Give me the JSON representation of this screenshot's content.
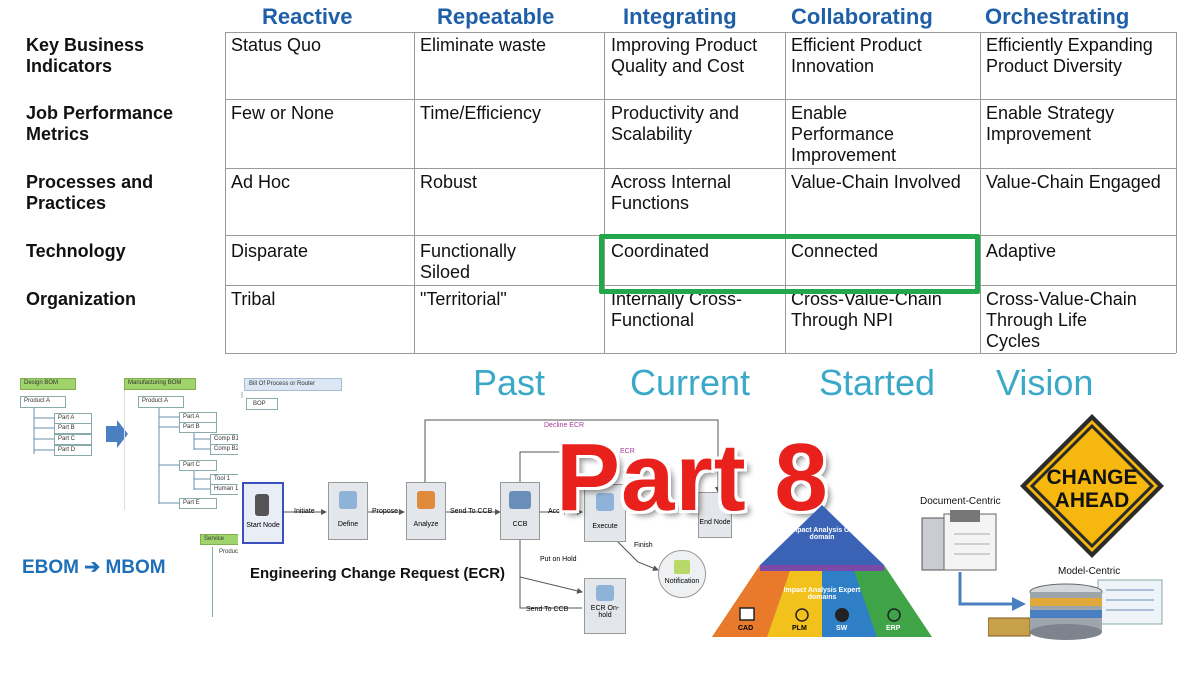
{
  "columns": [
    "Reactive",
    "Repeatable",
    "Integrating",
    "Collaborating",
    "Orchestrating"
  ],
  "rows": [
    {
      "label": "Key Business Indicators",
      "cells": [
        "Status Quo",
        "Eliminate waste",
        "Improving Product Quality and Cost",
        "Efficient Product Innovation",
        "Efficiently Expanding Product Diversity"
      ]
    },
    {
      "label": "Job Performance Metrics",
      "cells": [
        "Few or None",
        "Time/Efficiency",
        "Productivity and Scalability",
        "Enable Performance Improvement",
        "Enable Strategy Improvement"
      ]
    },
    {
      "label": "Processes and Practices",
      "cells": [
        "Ad Hoc",
        "Robust",
        "Across Internal Functions",
        "Value-Chain Involved",
        "Value-Chain Engaged"
      ]
    },
    {
      "label": "Technology",
      "cells": [
        "Disparate",
        "Functionally Siloed",
        "Coordinated",
        "Connected",
        "Adaptive"
      ]
    },
    {
      "label": "Organization",
      "cells": [
        "Tribal",
        "\"Territorial\"",
        "Internally Cross-Functional",
        "Cross-Value-Chain Through NPI",
        "Cross-Value-Chain Through Life Cycles"
      ]
    }
  ],
  "highlight_color": "#22a84a",
  "phases": [
    "Past",
    "Current",
    "Started",
    "Vision"
  ],
  "overlay_title": "Part 8",
  "ebom_label": "EBOM ➔ MBOM",
  "bom": {
    "design_bom": "Design BOM",
    "manufacturing_bom": "Manufacturing BOM",
    "bill_of_process": "Bill Of Process or Router",
    "product_a": "Product A",
    "product_a_2": "Product A",
    "bop": "BOP",
    "parts": [
      "Part A",
      "Part B",
      "Part C",
      "Part D"
    ],
    "mparts": [
      "Part A",
      "Part B",
      "Comp B1",
      "Comp B2",
      "Part C",
      "Tool 1",
      "Human 1",
      "Part E"
    ],
    "service": "Service",
    "product_s": "Product"
  },
  "workflow": {
    "title": "Engineering Change Request (ECR)",
    "nodes": [
      "Start Node",
      "Define",
      "Analyze",
      "CCB",
      "Execute",
      "End Node",
      "Notification",
      "ECR On-hold"
    ],
    "edges": [
      "Initiate",
      "Propose",
      "Send To CCB",
      "Accept",
      "Finish",
      "Put on Hold",
      "Send To CCB",
      "Decline ECR",
      "ECR"
    ]
  },
  "pyramid": {
    "top_label": "Impact Analysis CM domain",
    "mid_label": "Impact Analysis Expert domains",
    "bottom": [
      "CAD",
      "PLM",
      "SW",
      "ERP"
    ]
  },
  "sign_text": [
    "CHANGE",
    "AHEAD"
  ],
  "doc_centric": "Document-Centric",
  "model_centric": "Model-Centric"
}
